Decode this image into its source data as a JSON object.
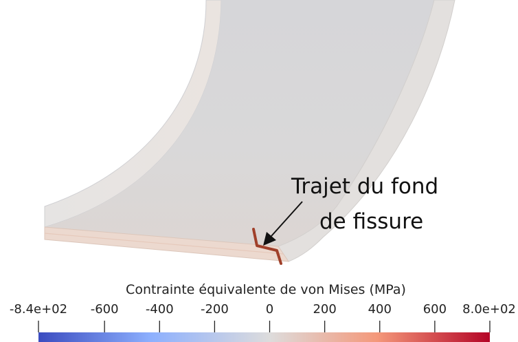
{
  "annotation": {
    "line1": "Trajet du fond",
    "line2": "de fissure"
  },
  "colorbar": {
    "title": "Contrainte équivalente de von Mises (MPa)",
    "min": -840,
    "max": 800,
    "ticks": [
      {
        "value": -840,
        "label": "-8.4e+02"
      },
      {
        "value": -600,
        "label": "-600"
      },
      {
        "value": -400,
        "label": "-400"
      },
      {
        "value": -200,
        "label": "-200"
      },
      {
        "value": 0,
        "label": "0"
      },
      {
        "value": 200,
        "label": "200"
      },
      {
        "value": 400,
        "label": "400"
      },
      {
        "value": 600,
        "label": "600"
      },
      {
        "value": 800,
        "label": "8.0e+02"
      }
    ],
    "colormap": {
      "low": "#3b4cc0",
      "mid": "#dddcdc",
      "high": "#b40426"
    }
  },
  "colors": {
    "shell_top": "#d9d9db",
    "shell_wall": "#e4e2e0",
    "shell_edge": "#ebd6cc",
    "crack": "#a0402a"
  }
}
